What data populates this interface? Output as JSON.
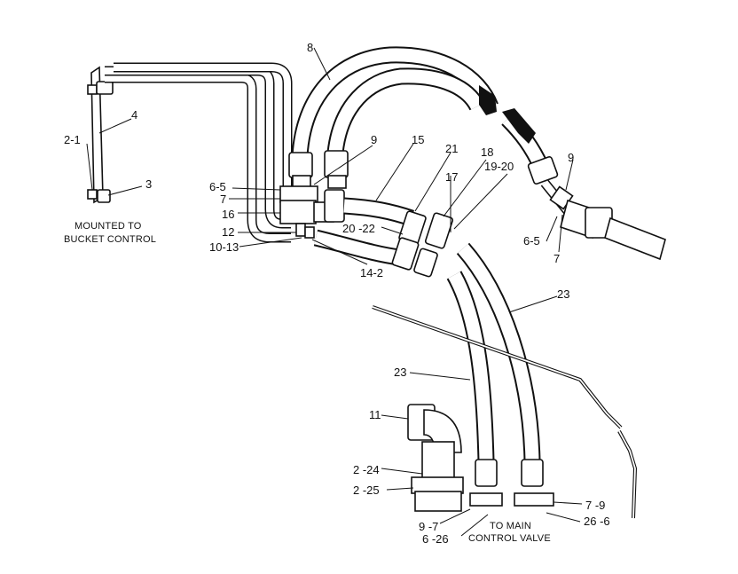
{
  "callouts": [
    {
      "id": "c8",
      "text": "8"
    },
    {
      "id": "c4",
      "text": "4"
    },
    {
      "id": "c2-1",
      "text": "2-1"
    },
    {
      "id": "c3",
      "text": "3"
    },
    {
      "id": "c9a",
      "text": "9"
    },
    {
      "id": "c15",
      "text": "15"
    },
    {
      "id": "c21",
      "text": "21"
    },
    {
      "id": "c18",
      "text": "18"
    },
    {
      "id": "c19-20",
      "text": "19-20"
    },
    {
      "id": "c17",
      "text": "17"
    },
    {
      "id": "c6-5a",
      "text": "6-5"
    },
    {
      "id": "c7a",
      "text": "7"
    },
    {
      "id": "c16",
      "text": "16"
    },
    {
      "id": "c12",
      "text": "12"
    },
    {
      "id": "c10-13",
      "text": "10-13"
    },
    {
      "id": "c20-22",
      "text": "20 -22"
    },
    {
      "id": "c14-2",
      "text": "14-2"
    },
    {
      "id": "c9b",
      "text": "9"
    },
    {
      "id": "c6-5b",
      "text": "6-5"
    },
    {
      "id": "c7b",
      "text": "7"
    },
    {
      "id": "c23a",
      "text": "23"
    },
    {
      "id": "c23b",
      "text": "23"
    },
    {
      "id": "c11",
      "text": "11"
    },
    {
      "id": "c2-24",
      "text": "2 -24"
    },
    {
      "id": "c2-25",
      "text": "2 -25"
    },
    {
      "id": "c9-7",
      "text": "9 -7"
    },
    {
      "id": "c6-26",
      "text": "6 -26"
    },
    {
      "id": "c7-9",
      "text": "7 -9"
    },
    {
      "id": "c26-6",
      "text": "26 -6"
    }
  ],
  "notes": {
    "mounted_line1": "MOUNTED TO",
    "mounted_line2": "BUCKET CONTROL",
    "valve_line1": "TO MAIN",
    "valve_line2": "CONTROL VALVE"
  }
}
